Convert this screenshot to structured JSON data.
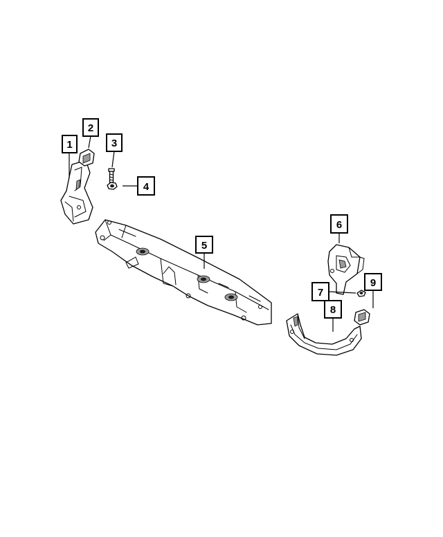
{
  "callouts": [
    {
      "number": "1",
      "part": "left-headlamp-bracket"
    },
    {
      "number": "2",
      "part": "left-clip"
    },
    {
      "number": "3",
      "part": "bolt"
    },
    {
      "number": "4",
      "part": "nut"
    },
    {
      "number": "5",
      "part": "radiator-support-crossmember"
    },
    {
      "number": "6",
      "part": "right-bracket"
    },
    {
      "number": "7",
      "part": "screw"
    },
    {
      "number": "8",
      "part": "right-headlamp-bracket"
    },
    {
      "number": "9",
      "part": "right-clip"
    }
  ]
}
